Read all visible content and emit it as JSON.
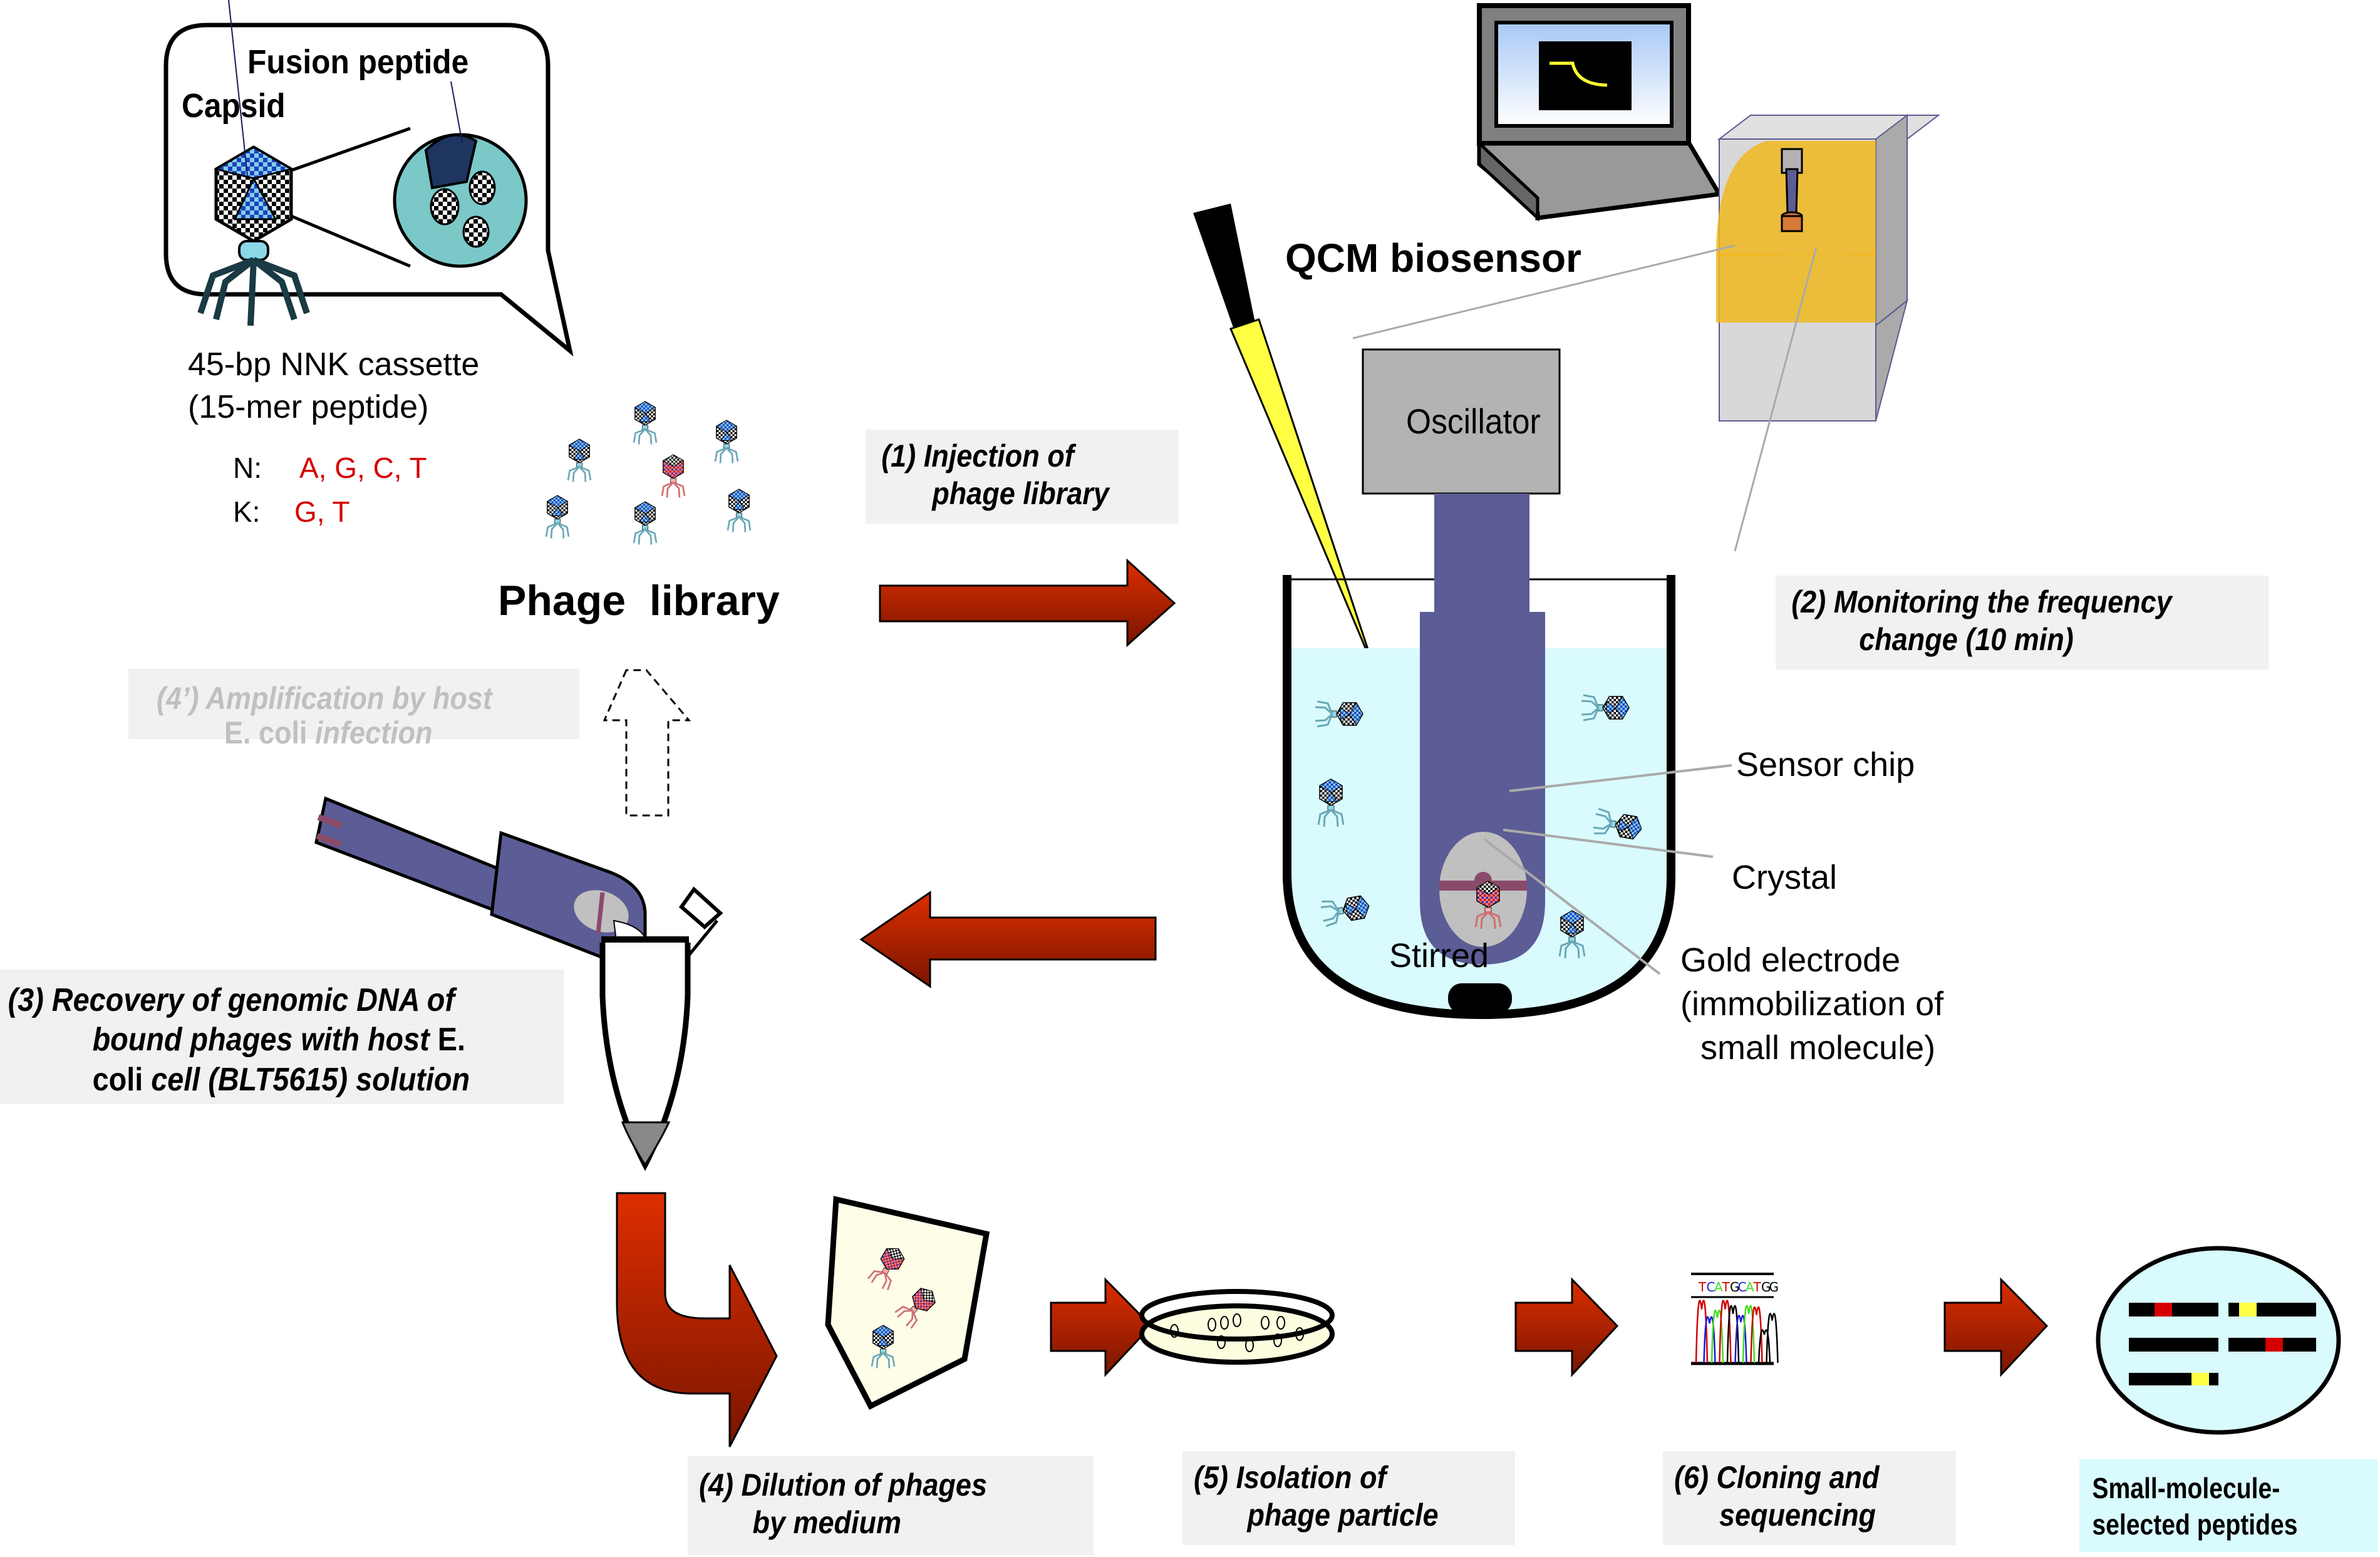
{
  "figure": {
    "title": "QCM biosensor phage display selection workflow"
  },
  "inset": {
    "fusion_peptide_label": "Fusion peptide",
    "capsid_label": "Capsid",
    "cassette_line1": "45-bp NNK cassette",
    "cassette_line2": "(15-mer peptide)",
    "n_key": "N:",
    "n_value": "A, G, C, T",
    "k_key": "K:",
    "k_value": "G, T"
  },
  "phage_library": {
    "label": "Phage  library"
  },
  "qcm": {
    "title": "QCM biosensor",
    "oscillator_label": "Oscillator",
    "sensor_chip_label": "Sensor chip",
    "crystal_label": "Crystal",
    "gold_electrode_line1": "Gold electrode",
    "gold_electrode_line2": "(immobilization of",
    "gold_electrode_line3": "small molecule)",
    "stirred_label": "Stirred"
  },
  "steps": {
    "step1": {
      "line1": "(1) Injection of",
      "line2": "phage library"
    },
    "step2": {
      "line1": "(2) Monitoring the frequency",
      "line2": "change (10 min)"
    },
    "step3": {
      "line1": "(3) Recovery of genomic DNA of",
      "line2_italic": "bound phages with host ",
      "line2_plain": "E.",
      "line3_plain": "coli ",
      "line3_italic": "cell (BLT5615) solution"
    },
    "step4prime": {
      "line1": "(4’) Amplification by host",
      "line2_plain": "E. coli ",
      "line2_italic": "infection"
    },
    "step4": {
      "line1": "(4) Dilution of phages",
      "line2": "by medium"
    },
    "step5": {
      "line1": "(5) Isolation of",
      "line2": "phage particle"
    },
    "step6": {
      "line1": "(6) Cloning and",
      "line2": "sequencing"
    }
  },
  "result": {
    "line1": "Small-molecule-",
    "line2": "selected peptides"
  },
  "sequencing": {
    "bases": [
      {
        "b": "T",
        "color": "#d40000"
      },
      {
        "b": "C",
        "color": "#1a1ad4"
      },
      {
        "b": "A",
        "color": "#44dd22"
      },
      {
        "b": "T",
        "color": "#d40000"
      },
      {
        "b": "G",
        "color": "#000000"
      },
      {
        "b": "C",
        "color": "#1a1ad4"
      },
      {
        "b": "A",
        "color": "#44dd22"
      },
      {
        "b": "T",
        "color": "#d40000"
      },
      {
        "b": "G",
        "color": "#000000"
      },
      {
        "b": "G",
        "color": "#000000"
      }
    ]
  },
  "colors": {
    "arrow_red": "#cc2a00",
    "arrow_dark": "#7a1500",
    "sensor_purple": "#5c5c96",
    "liquid": "#d9fbfd",
    "oscillator_gray": "#b3b3b3",
    "pipette_yellow": "#ffff44",
    "step_box": "#f1f1f1",
    "amber": "#f0b820"
  }
}
